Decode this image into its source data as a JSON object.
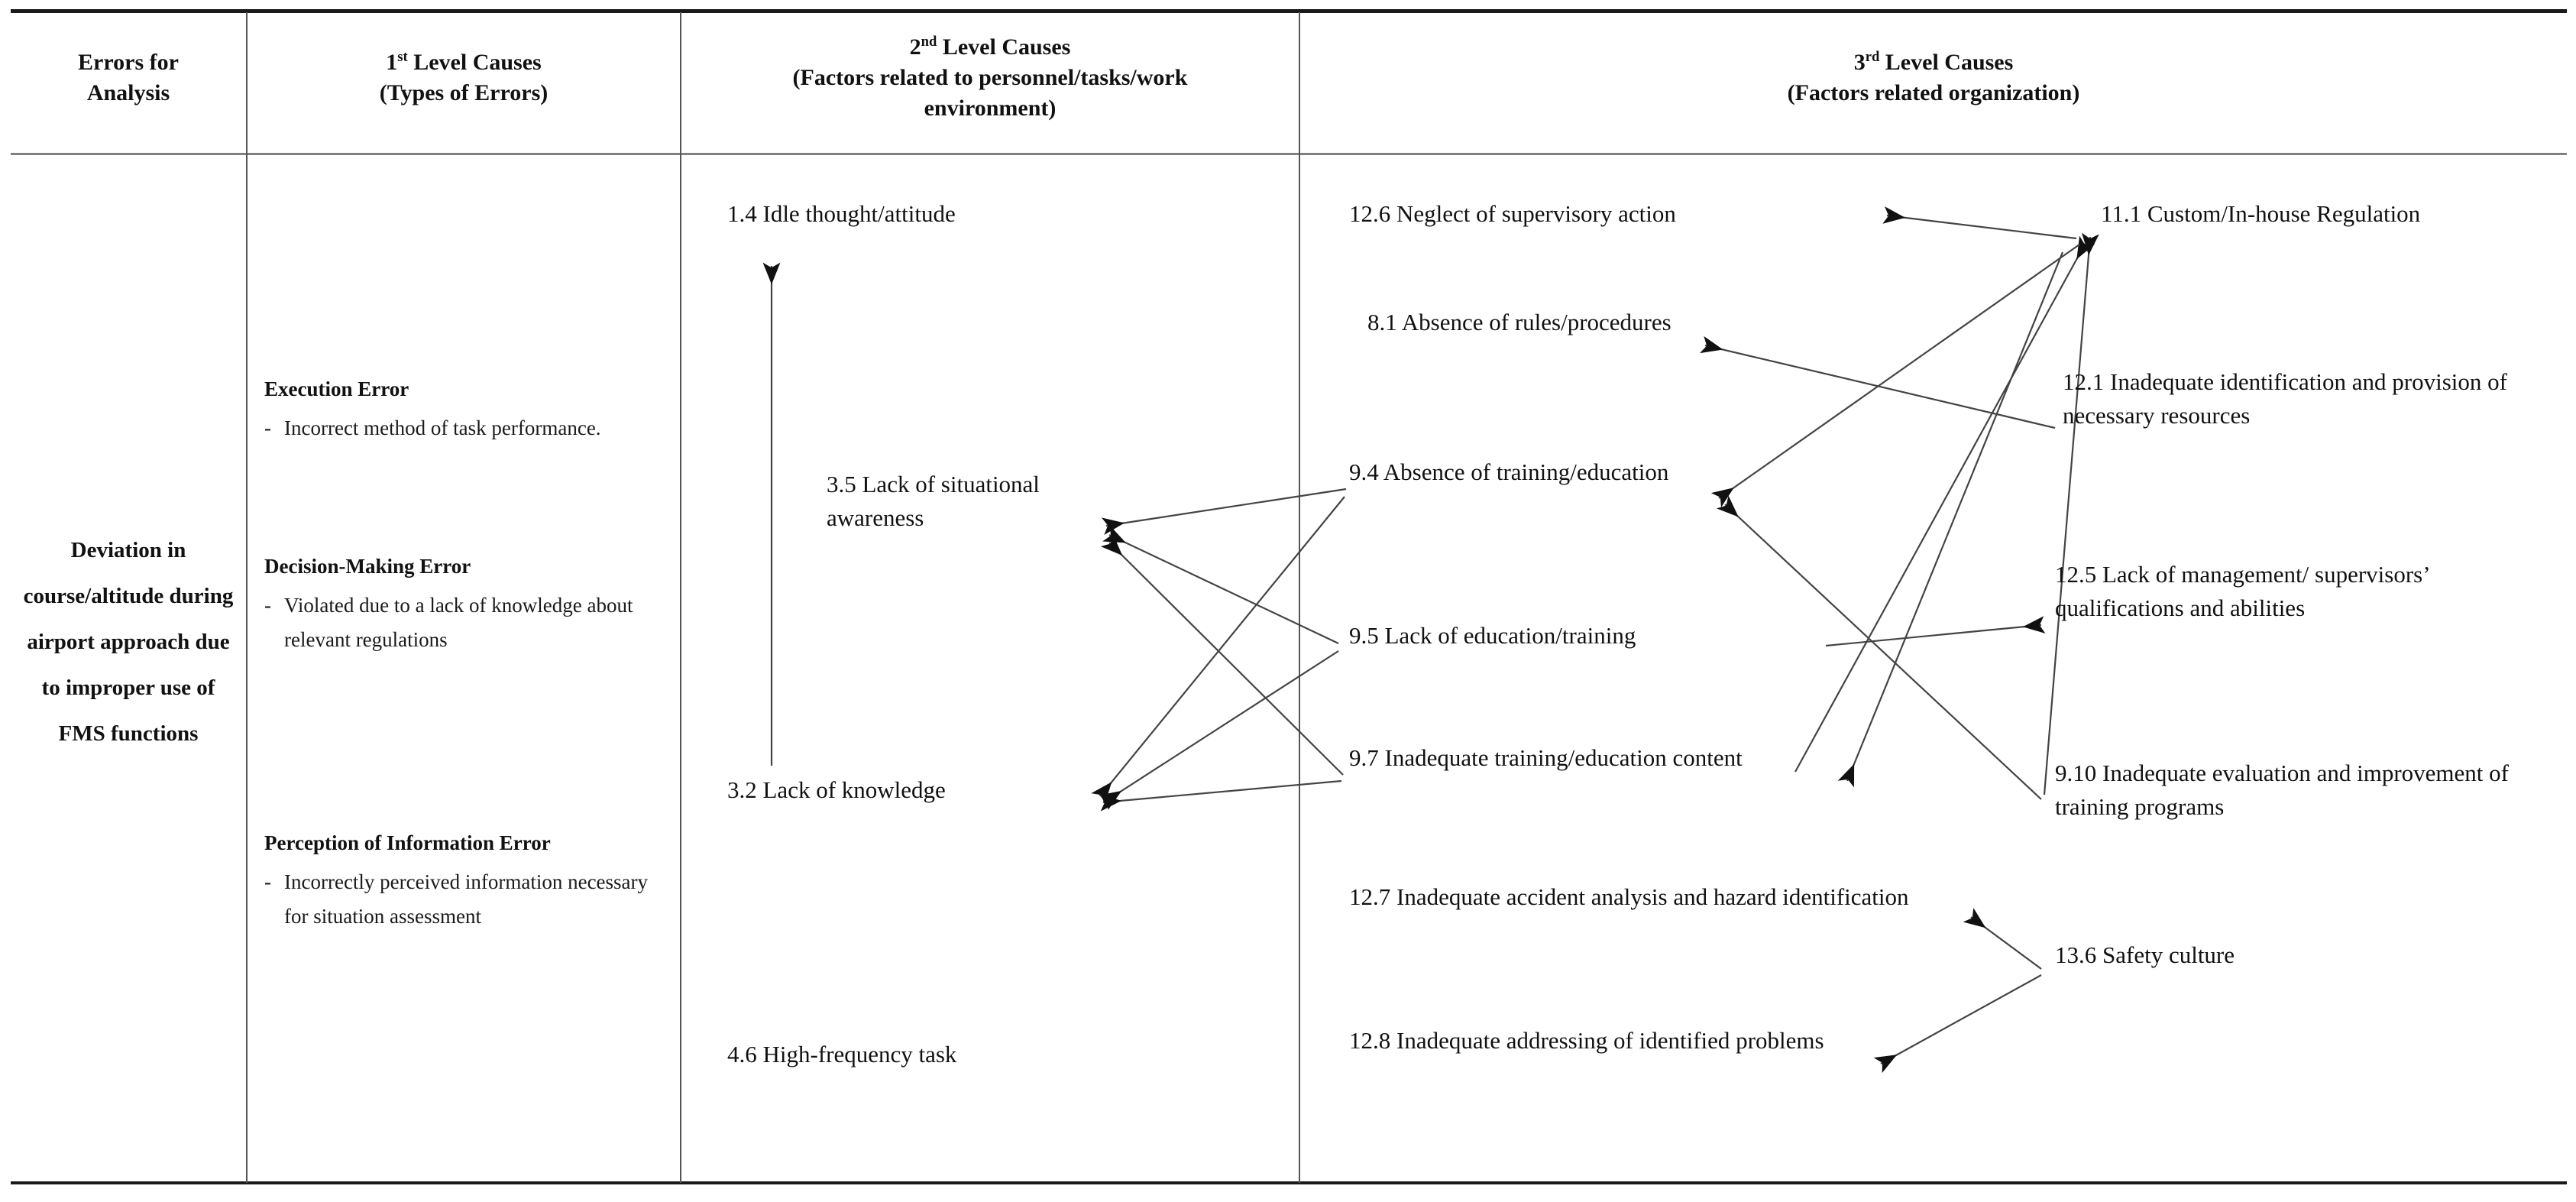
{
  "table": {
    "headers": [
      {
        "id": "errors-for-analysis",
        "line1": "Errors for",
        "line2": "Analysis"
      },
      {
        "id": "first-level-causes",
        "line1_pre": "1",
        "line1_sup": "st",
        "line1_post": " Level Causes",
        "line2": "(Types of Errors)"
      },
      {
        "id": "second-level-causes",
        "line1_pre": "2",
        "line1_sup": "nd",
        "line1_post": " Level Causes",
        "line2": "(Factors related to personnel/tasks/work",
        "line3": "environment)"
      },
      {
        "id": "third-level-causes",
        "line1_pre": "3",
        "line1_sup": "rd",
        "line1_post": " Level Causes",
        "line2": "(Factors related organization)"
      }
    ]
  },
  "column1": {
    "analysis_subject": "Deviation in course/altitude during airport approach due to improper use of FMS functions"
  },
  "column2": {
    "groups": [
      {
        "title": "Execution Error",
        "dash": "-",
        "body": "Incorrect method of task performance."
      },
      {
        "title": "Decision-Making Error",
        "dash": "-",
        "body": "Violated due to a lack of knowledge about relevant regulations"
      },
      {
        "title": "Perception of Information Error",
        "dash": "-",
        "body": "Incorrectly perceived information necessary for situation assessment"
      }
    ]
  },
  "column3": {
    "nodes": [
      {
        "code": "1.4",
        "label": "1.4 Idle thought/attitude"
      },
      {
        "code": "3.5",
        "label": "3.5 Lack of situational awareness"
      },
      {
        "code": "3.2",
        "label": "3.2 Lack of knowledge"
      },
      {
        "code": "4.6",
        "label": "4.6 High-frequency task"
      }
    ]
  },
  "column4": {
    "left_nodes": [
      {
        "code": "12.6",
        "label": "12.6 Neglect of supervisory action"
      },
      {
        "code": "8.1",
        "label": "8.1 Absence of rules/procedures"
      },
      {
        "code": "9.4",
        "label": "9.4 Absence of training/education"
      },
      {
        "code": "9.5",
        "label": "9.5 Lack of education/training"
      },
      {
        "code": "9.7",
        "label": "9.7 Inadequate training/education content"
      },
      {
        "code": "12.7",
        "label": "12.7 Inadequate accident analysis and hazard identification"
      },
      {
        "code": "12.8",
        "label": "12.8 Inadequate addressing of identified problems"
      }
    ],
    "right_nodes": [
      {
        "code": "11.1",
        "label": "11.1 Custom/In-house Regulation"
      },
      {
        "code": "12.1",
        "label": "12.1 Inadequate identification and provision of necessary resources"
      },
      {
        "code": "12.5",
        "label": "12.5 Lack of management/ supervisors’ qualifications and abilities"
      },
      {
        "code": "9.10",
        "label": "9.10 Inadequate evaluation and improvement of training programs"
      },
      {
        "code": "13.6",
        "label": "13.6 Safety culture"
      }
    ]
  },
  "links": [
    {
      "from": "11.1",
      "to": "12.6"
    },
    {
      "from": "3.2",
      "to": "1.4"
    },
    {
      "from": "12.1",
      "to": "8.1"
    },
    {
      "from": "9.10",
      "to": "11.1"
    },
    {
      "from": "9.7",
      "to": "11.1"
    },
    {
      "from": "11.1",
      "to": "9.4"
    },
    {
      "from": "9.5",
      "to": "12.5"
    },
    {
      "from": "11.1",
      "to": "9.7"
    },
    {
      "from": "9.10",
      "to": "9.4"
    },
    {
      "from": "9.4",
      "to": "3.5"
    },
    {
      "from": "9.5",
      "to": "3.5"
    },
    {
      "from": "9.7",
      "to": "3.5"
    },
    {
      "from": "9.5",
      "to": "3.2"
    },
    {
      "from": "9.7",
      "to": "3.2"
    },
    {
      "from": "9.4",
      "to": "3.2"
    },
    {
      "from": "13.6",
      "to": "12.7"
    },
    {
      "from": "13.6",
      "to": "12.8"
    }
  ],
  "colors": {
    "ink": "#111111",
    "rule": "#1a1a1a",
    "rule_light": "#808080",
    "background": "#ffffff"
  }
}
